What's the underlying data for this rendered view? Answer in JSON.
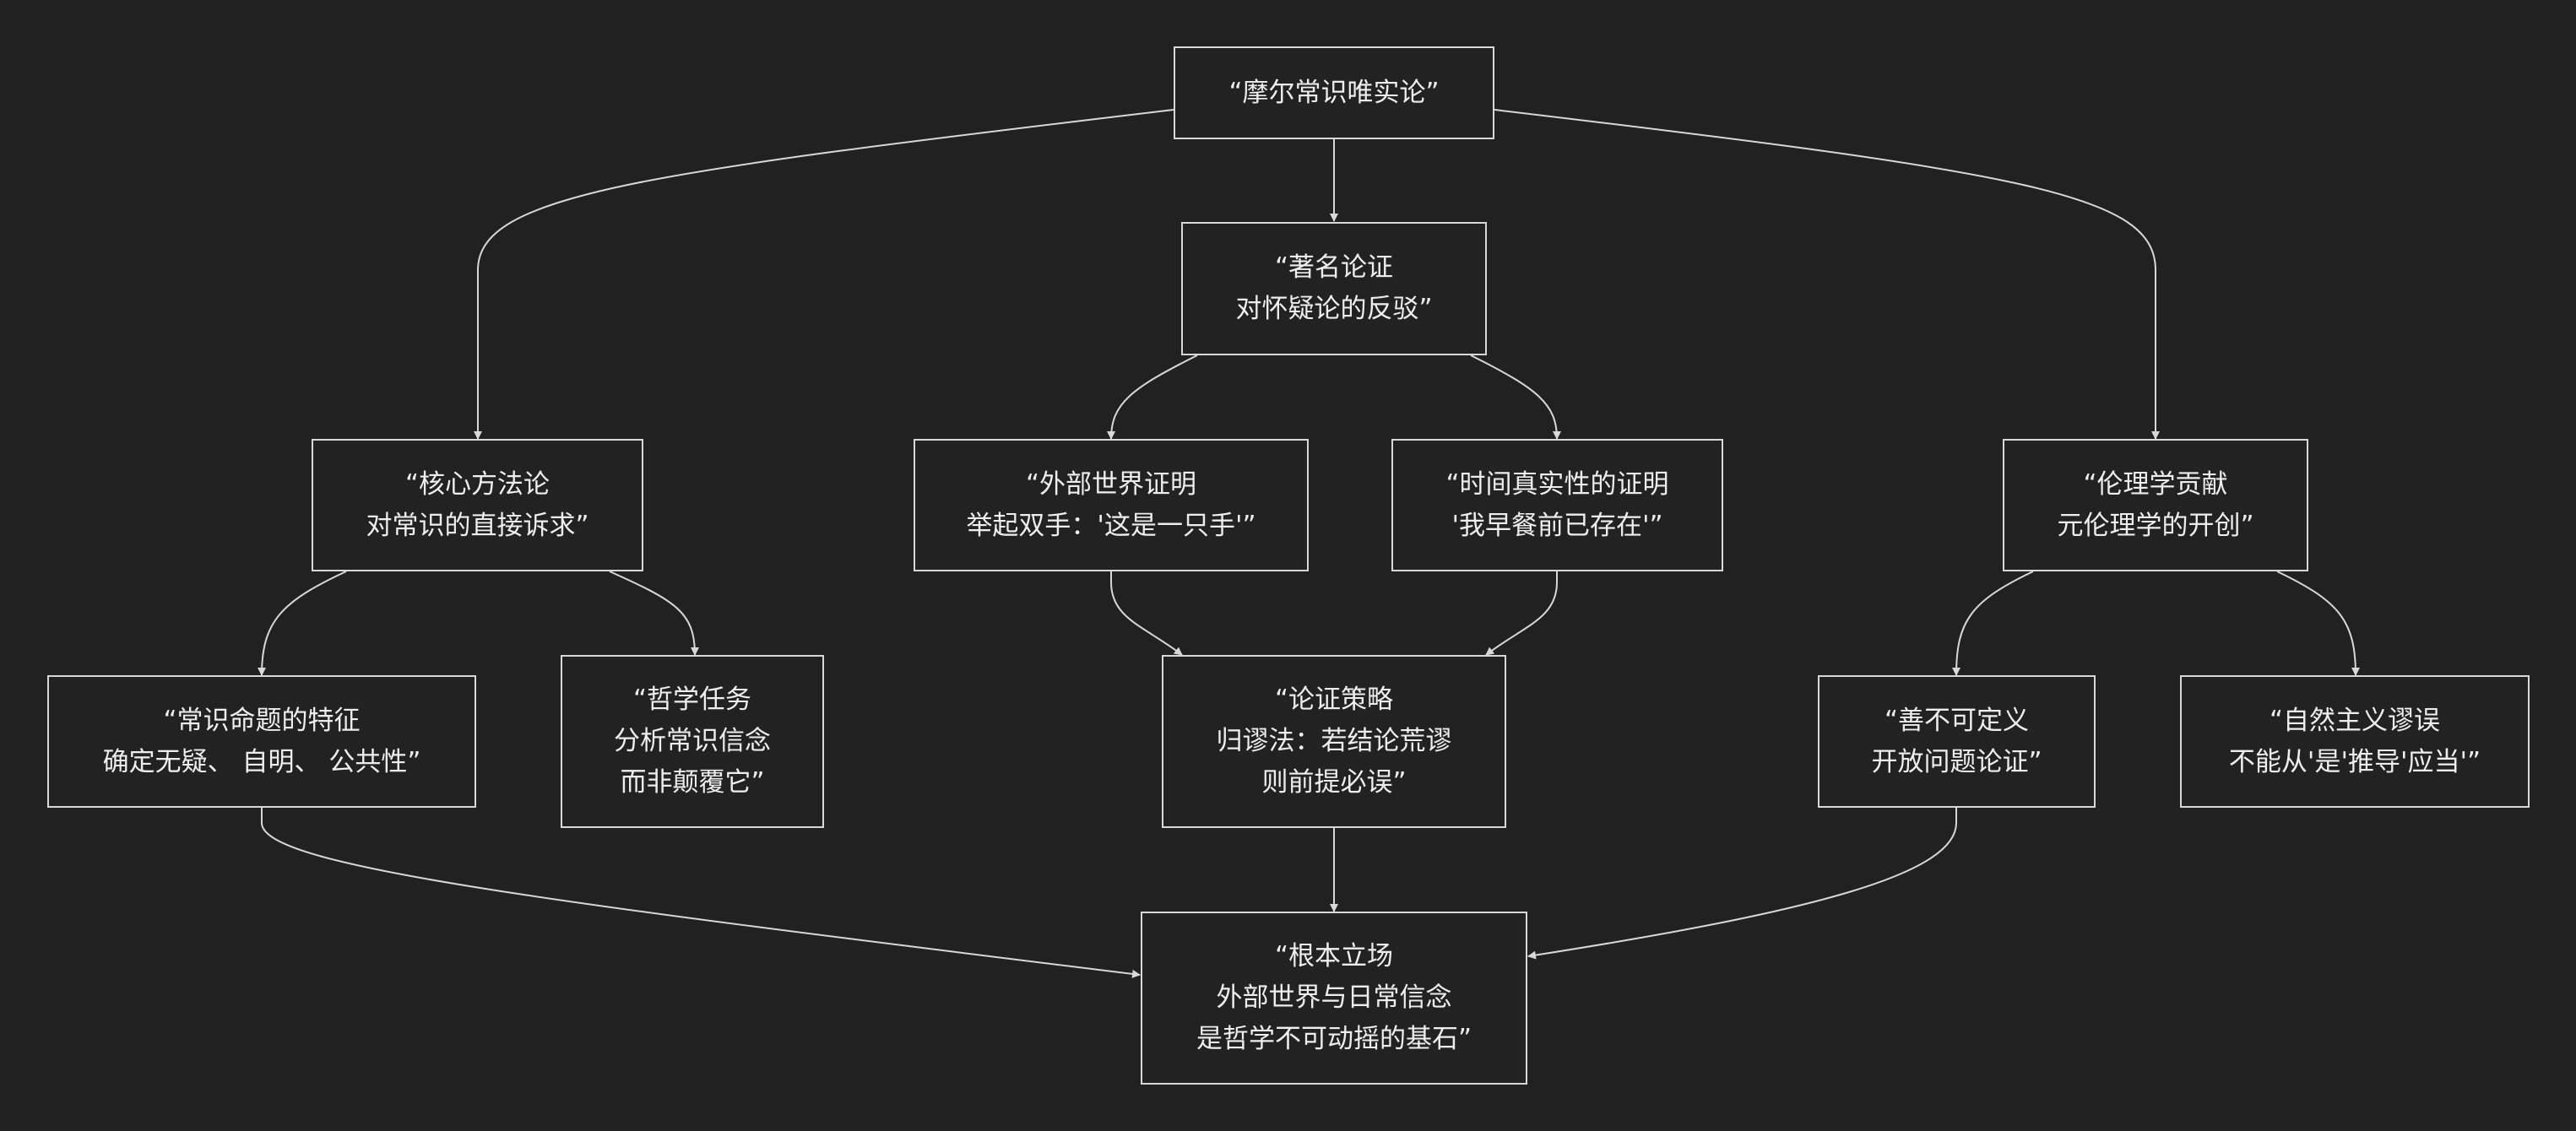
{
  "diagram": {
    "nodes": {
      "root": {
        "lines": [
          "“摩尔常识唯实论”"
        ]
      },
      "argument": {
        "lines": [
          "“著名论证",
          "对怀疑论的反驳”"
        ]
      },
      "method": {
        "lines": [
          "“核心方法论",
          "对常识的直接诉求”"
        ]
      },
      "external": {
        "lines": [
          "“外部世界证明",
          "举起双手：'这是一只手'”"
        ]
      },
      "time": {
        "lines": [
          "“时间真实性的证明",
          "'我早餐前已存在'”"
        ]
      },
      "ethics": {
        "lines": [
          "“伦理学贡献",
          "元伦理学的开创”"
        ]
      },
      "features": {
        "lines": [
          "“常识命题的特征",
          "确定无疑、 自明、 公共性”"
        ]
      },
      "task": {
        "lines": [
          "“哲学任务",
          "分析常识信念",
          "而非颠覆它”"
        ]
      },
      "strategy": {
        "lines": [
          "“论证策略",
          "归谬法：若结论荒谬",
          "则前提必误”"
        ]
      },
      "good": {
        "lines": [
          "“善不可定义",
          "开放问题论证”"
        ]
      },
      "fallacy": {
        "lines": [
          "“自然主义谬误",
          "不能从'是'推导'应当'”"
        ]
      },
      "foundation": {
        "lines": [
          "“根本立场",
          "外部世界与日常信念",
          "是哲学不可动摇的基石”"
        ]
      }
    },
    "edges": [
      [
        "root",
        "method"
      ],
      [
        "root",
        "argument"
      ],
      [
        "root",
        "ethics"
      ],
      [
        "argument",
        "external"
      ],
      [
        "argument",
        "time"
      ],
      [
        "method",
        "features"
      ],
      [
        "method",
        "task"
      ],
      [
        "external",
        "strategy"
      ],
      [
        "time",
        "strategy"
      ],
      [
        "ethics",
        "good"
      ],
      [
        "ethics",
        "fallacy"
      ],
      [
        "strategy",
        "foundation"
      ],
      [
        "features",
        "foundation"
      ],
      [
        "good",
        "foundation"
      ]
    ]
  }
}
